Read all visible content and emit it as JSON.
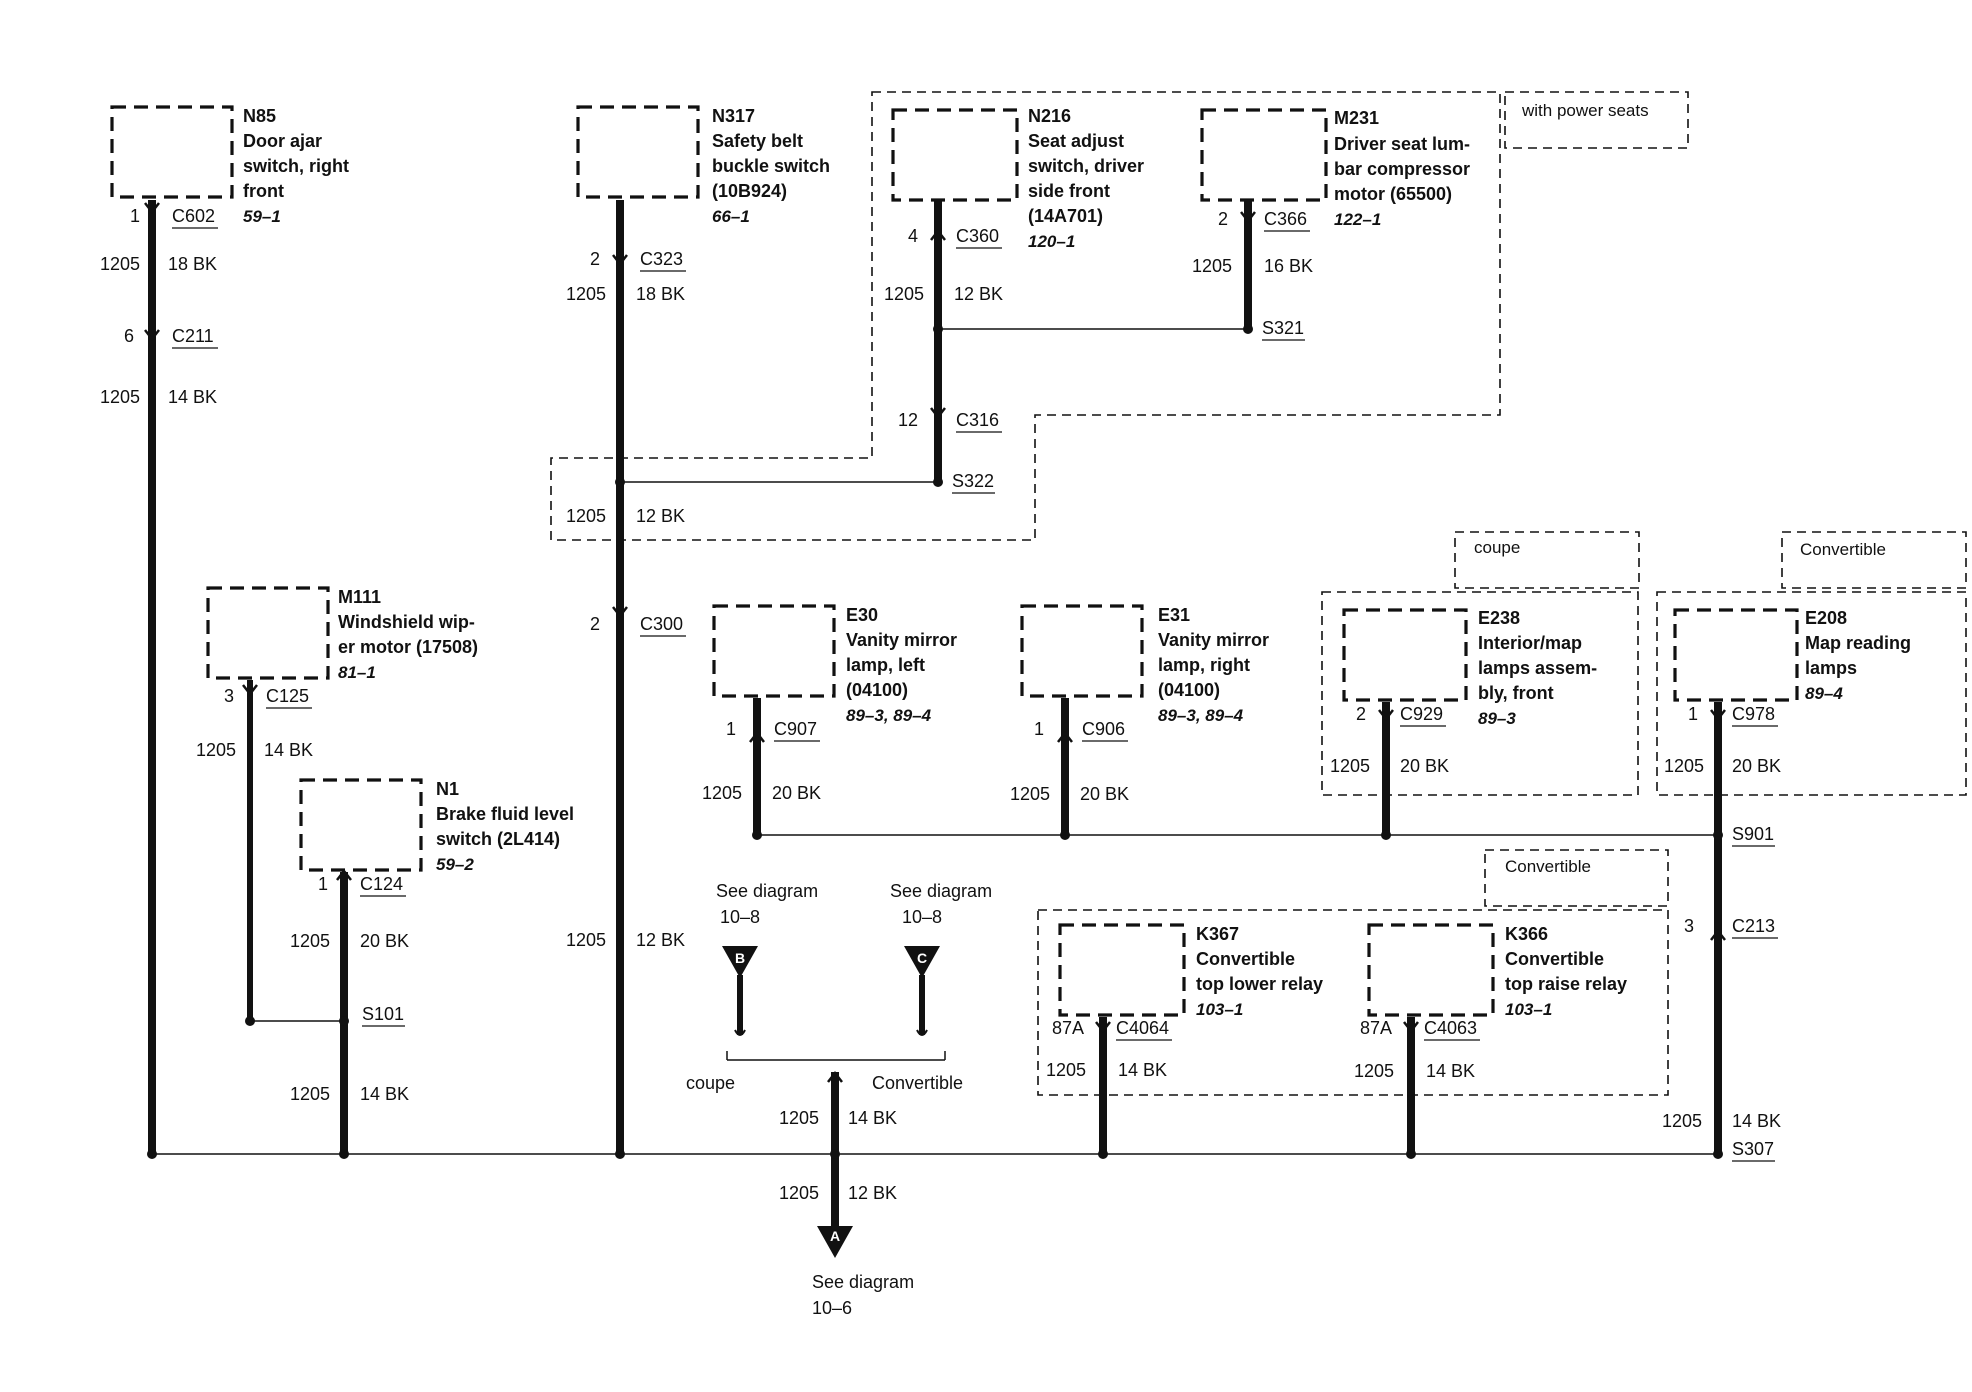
{
  "option_boxes": [
    {
      "id": "with_power_seats",
      "label": "with power seats"
    },
    {
      "id": "coupe",
      "label": "coupe"
    },
    {
      "id": "convertible_1",
      "label": "Convertible"
    },
    {
      "id": "convertible_2",
      "label": "Convertible"
    }
  ],
  "components": [
    {
      "id": "N85",
      "code": "N85",
      "lines": [
        "Door ajar",
        "switch, right",
        "front"
      ],
      "ref": "59–1"
    },
    {
      "id": "N317",
      "code": "N317",
      "lines": [
        "Safety belt",
        "buckle switch",
        "(10B924)"
      ],
      "ref": "66–1"
    },
    {
      "id": "N216",
      "code": "N216",
      "lines": [
        "Seat adjust",
        "switch, driver",
        "side front",
        "(14A701)"
      ],
      "ref": "120–1"
    },
    {
      "id": "M231",
      "code": "M231",
      "lines": [
        "Driver seat lum-",
        "bar compressor",
        "motor (65500)"
      ],
      "ref": "122–1"
    },
    {
      "id": "M111",
      "code": "M111",
      "lines": [
        "Windshield wip-",
        "er motor (17508)"
      ],
      "ref": "81–1"
    },
    {
      "id": "N1",
      "code": "N1",
      "lines": [
        "Brake fluid level",
        "switch (2L414)"
      ],
      "ref": "59–2"
    },
    {
      "id": "E30",
      "code": "E30",
      "lines": [
        "Vanity mirror",
        "lamp, left",
        "(04100)"
      ],
      "ref": "89–3, 89–4"
    },
    {
      "id": "E31",
      "code": "E31",
      "lines": [
        "Vanity mirror",
        "lamp, right",
        "(04100)"
      ],
      "ref": "89–3, 89–4"
    },
    {
      "id": "E238",
      "code": "E238",
      "lines": [
        "Interior/map",
        "lamps assem-",
        "bly, front"
      ],
      "ref": "89–3"
    },
    {
      "id": "E208",
      "code": "E208",
      "lines": [
        "Map reading",
        "lamps"
      ],
      "ref": "89–4"
    },
    {
      "id": "K367",
      "code": "K367",
      "lines": [
        "Convertible",
        "top lower relay"
      ],
      "ref": "103–1"
    },
    {
      "id": "K366",
      "code": "K366",
      "lines": [
        "Convertible",
        "top raise relay"
      ],
      "ref": "103–1"
    }
  ],
  "connectors": [
    {
      "id": "C602",
      "pin": "1",
      "name": "C602"
    },
    {
      "id": "C211",
      "pin": "6",
      "name": "C211"
    },
    {
      "id": "C323",
      "pin": "2",
      "name": "C323"
    },
    {
      "id": "C360",
      "pin": "4",
      "name": "C360"
    },
    {
      "id": "C366",
      "pin": "2",
      "name": "C366"
    },
    {
      "id": "C316",
      "pin": "12",
      "name": "C316"
    },
    {
      "id": "C300",
      "pin": "2",
      "name": "C300"
    },
    {
      "id": "C125",
      "pin": "3",
      "name": "C125"
    },
    {
      "id": "C124",
      "pin": "1",
      "name": "C124"
    },
    {
      "id": "C907",
      "pin": "1",
      "name": "C907"
    },
    {
      "id": "C906",
      "pin": "1",
      "name": "C906"
    },
    {
      "id": "C929",
      "pin": "2",
      "name": "C929"
    },
    {
      "id": "C978",
      "pin": "1",
      "name": "C978"
    },
    {
      "id": "C213",
      "pin": "3",
      "name": "C213"
    },
    {
      "id": "C4064",
      "pin": "87A",
      "name": "C4064"
    },
    {
      "id": "C4063",
      "pin": "87A",
      "name": "C4063"
    }
  ],
  "splices": [
    "S321",
    "S322",
    "S101",
    "S901",
    "S307"
  ],
  "wires": [
    {
      "id": "w1",
      "circuit": "1205",
      "spec": "18 BK"
    },
    {
      "id": "w2",
      "circuit": "1205",
      "spec": "14 BK"
    },
    {
      "id": "w3",
      "circuit": "1205",
      "spec": "18 BK"
    },
    {
      "id": "w4",
      "circuit": "1205",
      "spec": "12 BK"
    },
    {
      "id": "w5",
      "circuit": "1205",
      "spec": "16 BK"
    },
    {
      "id": "w6",
      "circuit": "1205",
      "spec": "12 BK"
    },
    {
      "id": "w7",
      "circuit": "1205",
      "spec": "12 BK"
    },
    {
      "id": "w8",
      "circuit": "1205",
      "spec": "14 BK"
    },
    {
      "id": "w9",
      "circuit": "1205",
      "spec": "20 BK"
    },
    {
      "id": "w10",
      "circuit": "1205",
      "spec": "14 BK"
    },
    {
      "id": "w11",
      "circuit": "1205",
      "spec": "20 BK"
    },
    {
      "id": "w12",
      "circuit": "1205",
      "spec": "20 BK"
    },
    {
      "id": "w13",
      "circuit": "1205",
      "spec": "20 BK"
    },
    {
      "id": "w14",
      "circuit": "1205",
      "spec": "20 BK"
    },
    {
      "id": "w15",
      "circuit": "1205",
      "spec": "14 BK"
    },
    {
      "id": "w16",
      "circuit": "1205",
      "spec": "14 BK"
    },
    {
      "id": "w17",
      "circuit": "1205",
      "spec": "14 BK"
    },
    {
      "id": "w18",
      "circuit": "1205",
      "spec": "14 BK"
    },
    {
      "id": "w19",
      "circuit": "1205",
      "spec": "12 BK"
    }
  ],
  "references": [
    {
      "id": "B",
      "letter": "B",
      "line1": "See diagram",
      "line2": "10–8"
    },
    {
      "id": "C",
      "letter": "C",
      "line1": "See diagram",
      "line2": "10–8"
    },
    {
      "id": "A",
      "letter": "A",
      "line1": "See diagram",
      "line2": "10–6"
    }
  ],
  "branch_labels": {
    "coupe": "coupe",
    "convertible": "Convertible"
  }
}
